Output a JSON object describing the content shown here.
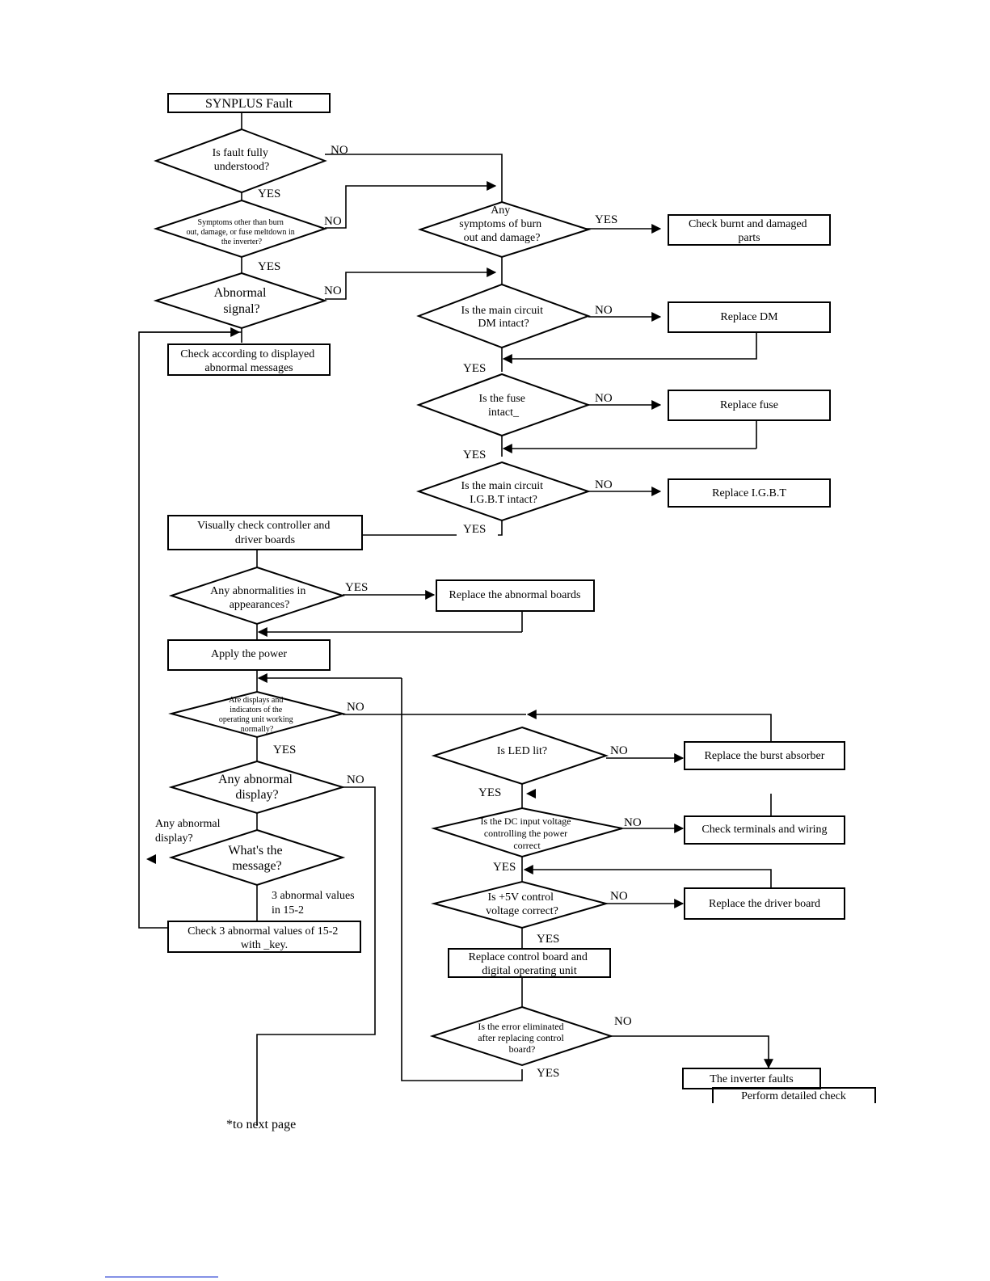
{
  "nodes": {
    "start": "SYNPLUS   Fault",
    "q_understood": [
      "Is fault fully",
      "understood?"
    ],
    "q_symptoms_other": [
      "Symptoms other than burn",
      "out, damage, or fuse meltdown in",
      "the inverter?"
    ],
    "q_abnormal_signal": [
      "Abnormal",
      "signal?"
    ],
    "check_displayed": [
      "Check according to displayed",
      "abnormal messages"
    ],
    "q_burn_damage": [
      "Any",
      "symptoms of burn",
      "out and damage?"
    ],
    "check_burnt": [
      "Check burnt and damaged",
      "parts"
    ],
    "q_dm": [
      "Is the main circuit",
      "DM intact?"
    ],
    "replace_dm": "Replace DM",
    "q_fuse": [
      "Is the fuse",
      "intact_"
    ],
    "replace_fuse": "Replace fuse",
    "q_igbt": [
      "Is the main circuit",
      "I.G.B.T intact?"
    ],
    "replace_igbt": "Replace I.G.B.T",
    "visual_check": [
      "Visually check controller and",
      "driver boards"
    ],
    "q_appearance": [
      "Any abnormalities in",
      "appearances?"
    ],
    "replace_boards": "Replace the abnormal boards",
    "apply_power": "Apply the power",
    "q_displays": [
      "Are displays and",
      "indicators of the",
      "operating unit working",
      "normally?"
    ],
    "q_abnormal_display": [
      "Any abnormal",
      "display?"
    ],
    "side_abnormal_display": [
      "Any abnormal",
      "display?"
    ],
    "q_message": [
      "What's the",
      "message?"
    ],
    "msg_values": [
      "3 abnormal values",
      "in 15-2"
    ],
    "check_values": [
      "Check 3 abnormal values of 15-2",
      "with _key."
    ],
    "to_next": "*to next page",
    "q_led": "Is LED lit?",
    "replace_burst": "Replace the burst absorber",
    "q_dc": [
      "Is the DC input voltage",
      "controlling the power",
      "correct"
    ],
    "check_terminals": "Check terminals and wiring",
    "q_5v": [
      "Is +5V control",
      "voltage correct?"
    ],
    "replace_driver": "Replace the driver board",
    "replace_control": [
      "Replace control board and",
      "digital operating unit"
    ],
    "q_error": [
      "Is the error eliminated",
      "after replacing control",
      "board?"
    ],
    "inverter_faults": "The inverter faults",
    "detailed_check": "Perform detailed check"
  },
  "labels": {
    "yes": "YES",
    "no": "NO"
  }
}
